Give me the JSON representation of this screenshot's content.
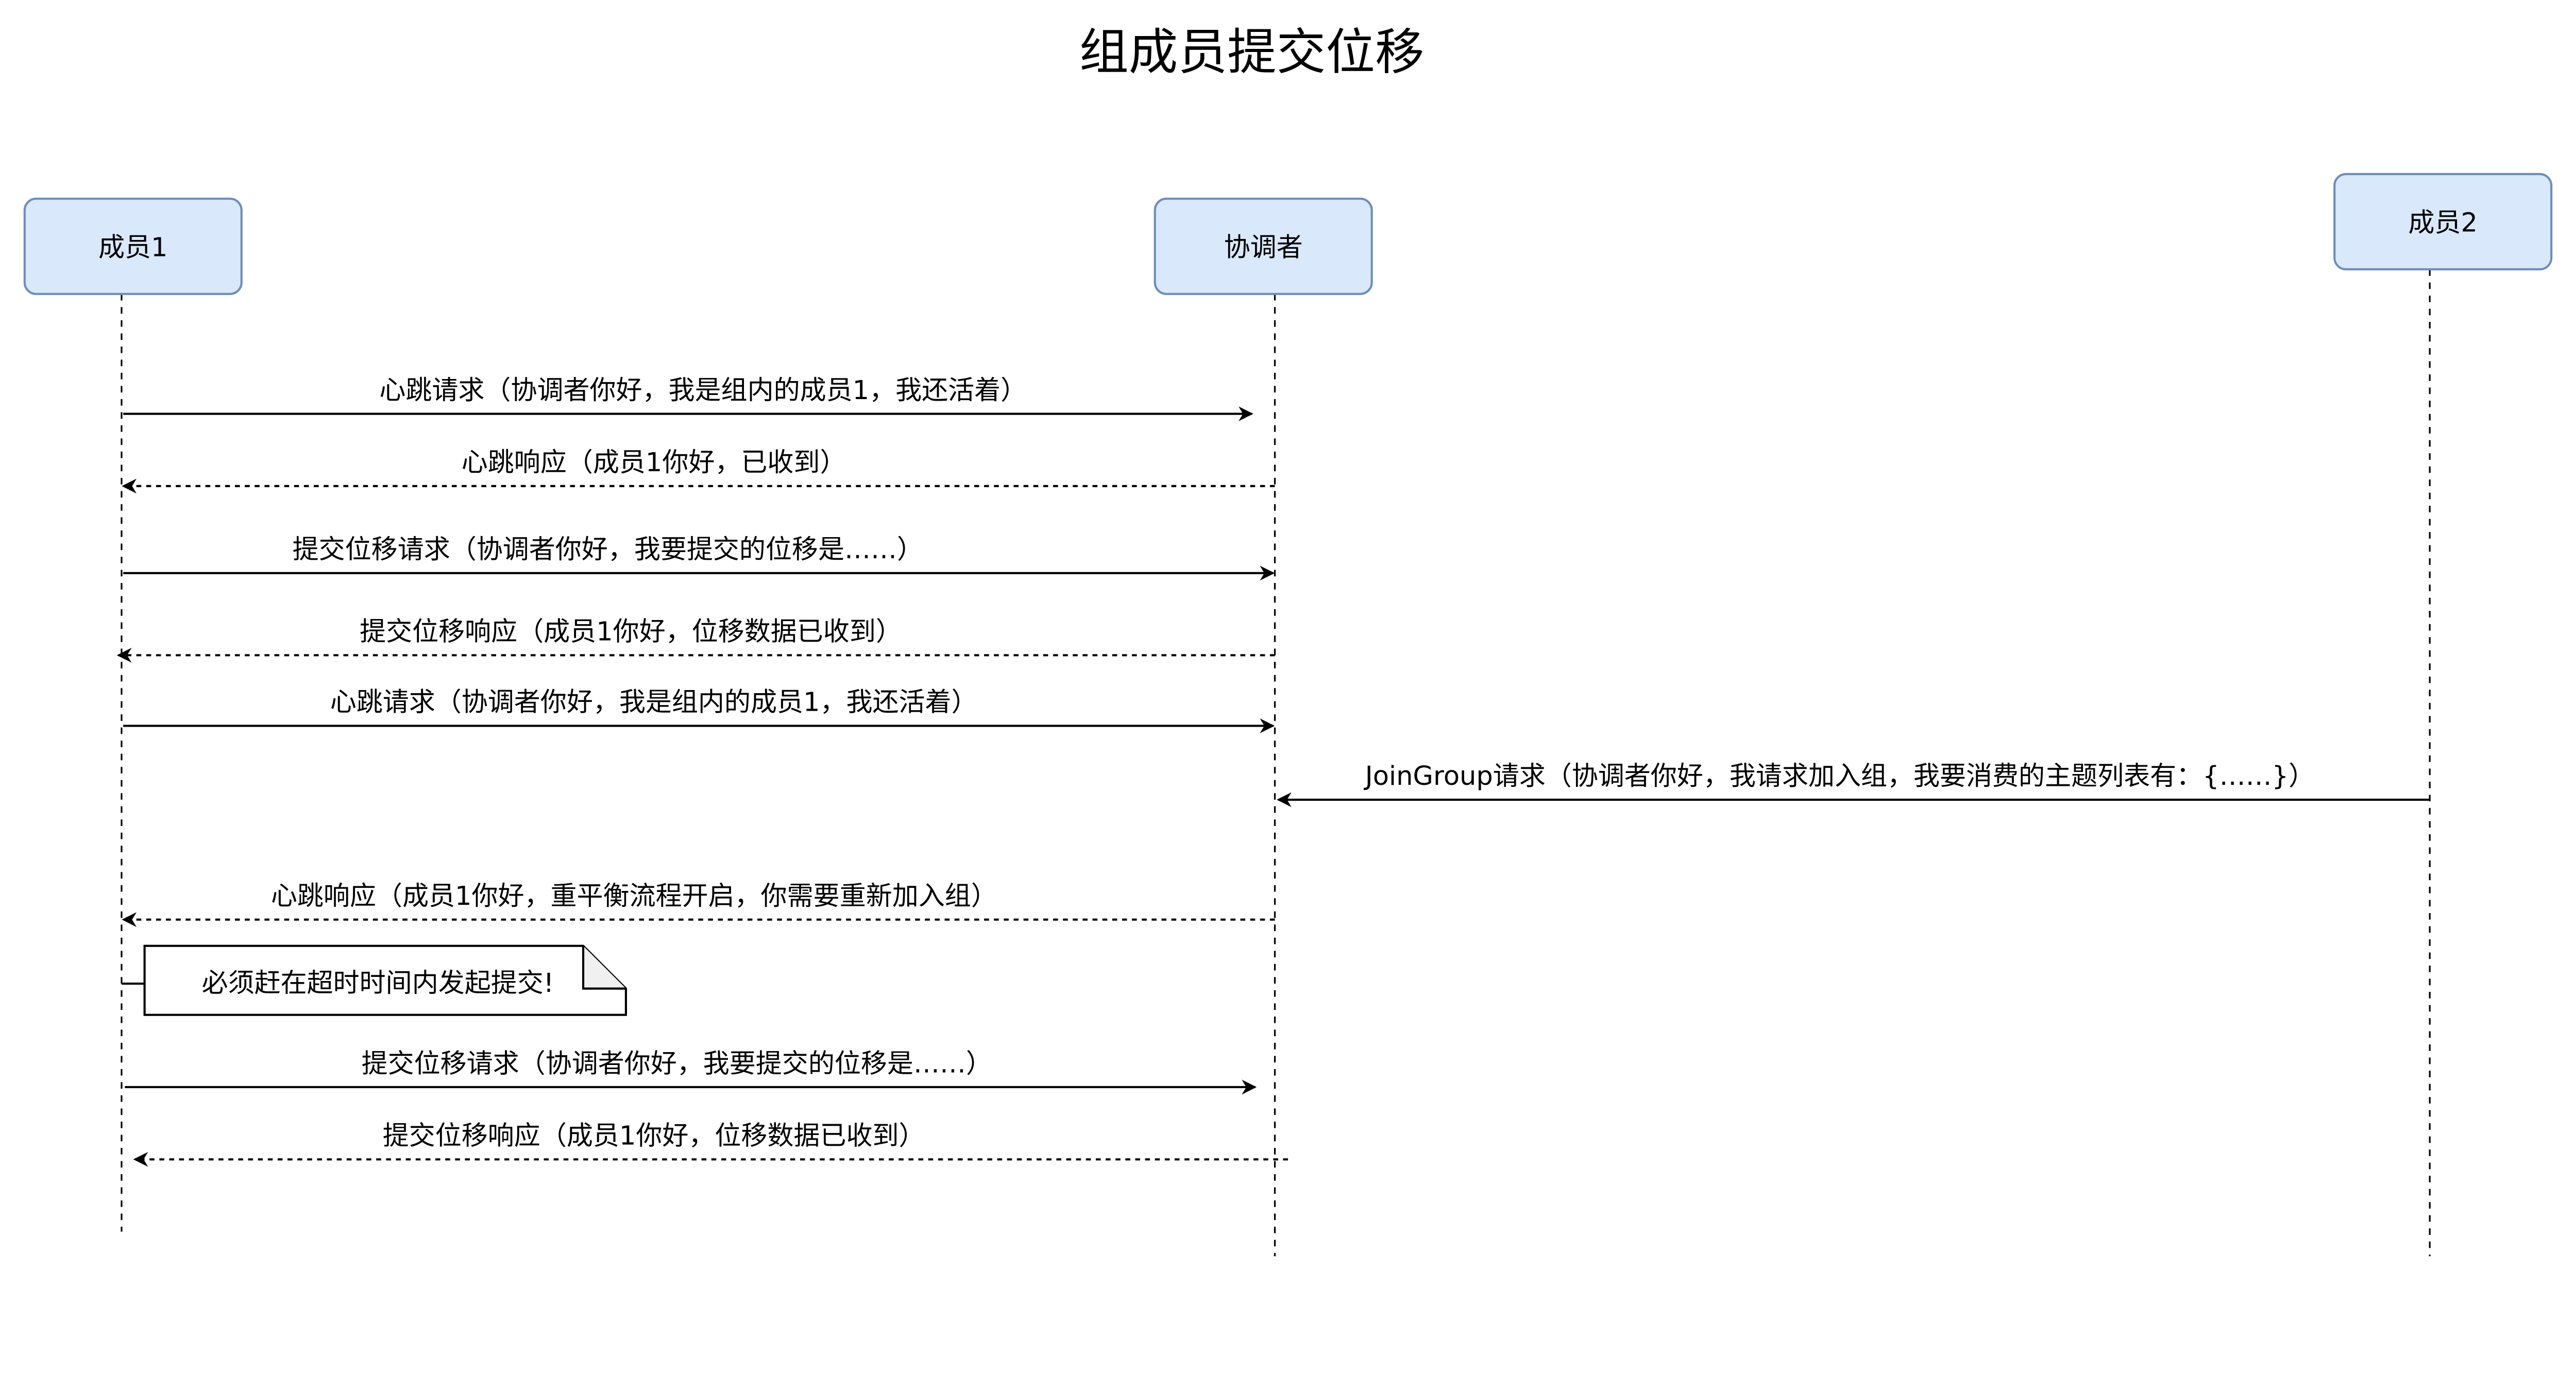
{
  "title": "组成员提交位移",
  "colors": {
    "participant_fill": "#dae8fc",
    "participant_stroke": "#6c8ebf",
    "line": "#000000"
  },
  "participants": [
    {
      "id": "m1",
      "label": "成员1"
    },
    {
      "id": "co",
      "label": "协调者"
    },
    {
      "id": "m2",
      "label": "成员2"
    }
  ],
  "messages": [
    {
      "from": "m1",
      "to": "co",
      "style": "solid",
      "label": "心跳请求（协调者你好，我是组内的成员1，我还活着）"
    },
    {
      "from": "co",
      "to": "m1",
      "style": "dashed",
      "label": "心跳响应（成员1你好，已收到）"
    },
    {
      "from": "m1",
      "to": "co",
      "style": "solid",
      "label": "提交位移请求（协调者你好，我要提交的位移是……）"
    },
    {
      "from": "co",
      "to": "m1",
      "style": "dashed",
      "label": "提交位移响应（成员1你好，位移数据已收到）"
    },
    {
      "from": "m1",
      "to": "co",
      "style": "solid",
      "label": "心跳请求（协调者你好，我是组内的成员1，我还活着）"
    },
    {
      "from": "m2",
      "to": "co",
      "style": "solid",
      "label": "JoinGroup请求（协调者你好，我请求加入组，我要消费的主题列表有：{……}）"
    },
    {
      "from": "co",
      "to": "m1",
      "style": "dashed",
      "label": "心跳响应（成员1你好，重平衡流程开启，你需要重新加入组）"
    },
    {
      "from": "m1",
      "to": "co",
      "style": "solid",
      "label": "提交位移请求（协调者你好，我要提交的位移是……）"
    },
    {
      "from": "co",
      "to": "m1",
      "style": "dashed",
      "label": "提交位移响应（成员1你好，位移数据已收到）"
    }
  ],
  "note": {
    "attached_to": "m1",
    "label": "必须赶在超时时间内发起提交!"
  }
}
